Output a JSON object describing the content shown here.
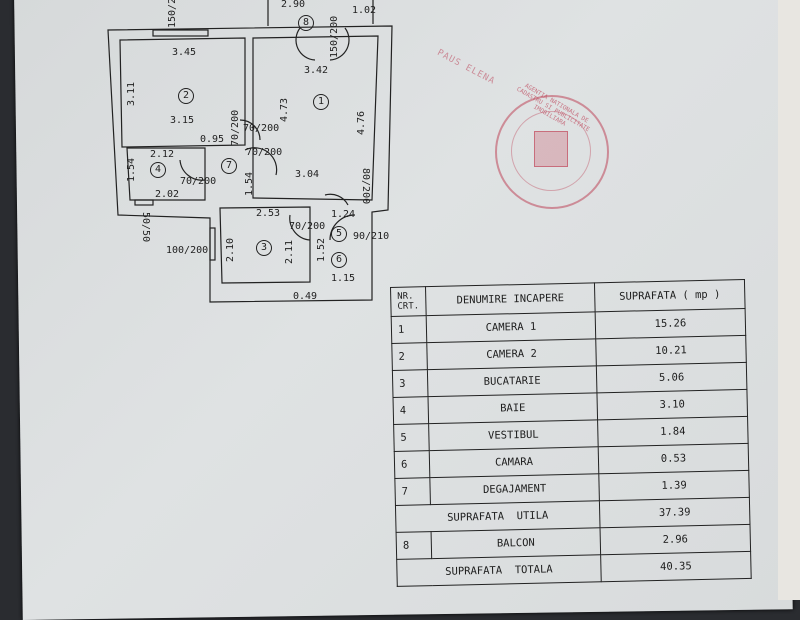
{
  "floor_plan": {
    "room_numbers": [
      "1",
      "2",
      "3",
      "4",
      "5",
      "6",
      "7",
      "8"
    ],
    "dimensions": {
      "balcony_width": "2.90",
      "balcony_side": "1.02",
      "balcony_door": "150/200",
      "window_room2": "150/200",
      "room2_width_top": "3.45",
      "room2_height": "3.11",
      "room2_width_bottom": "3.15",
      "room1_width": "3.42",
      "room1_height_left": "4.73",
      "room1_height_right": "4.76",
      "room1_width_bottom": "3.04",
      "door_70_200_a": "70/200",
      "door_70_200_b": "70/200",
      "door_70_200_c": "70/200",
      "door_70_200_d": "70/200",
      "door_70_200_e": "70/200",
      "degajament_width": "0.95",
      "degajament_height": "1.54",
      "baie_width_top": "2.12",
      "baie_height": "1.54",
      "baie_width_bottom": "2.02",
      "window_baie": "50/50",
      "bucatarie_width": "2.53",
      "bucatarie_height_left": "2.10",
      "bucatarie_height_right": "2.11",
      "window_bucatarie": "100/200",
      "vestibul_width": "1.24",
      "vestibul_height": "1.52",
      "door_80_200": "80/200",
      "entry_door": "90/210",
      "camara_width": "1.15",
      "bottom_offset": "0.49"
    }
  },
  "stamp": {
    "text": "AGENTIA NATIONALA DE CADASTRU SI PUBLICITATE IMOBILIARA",
    "signer": "PAUS ELENA"
  },
  "table": {
    "headers": {
      "nr": "NR. CRT.",
      "name": "DENUMIRE INCAPERE",
      "area": "SUPRAFATA ( mp )"
    },
    "rows": [
      {
        "nr": "1",
        "name": "CAMERA 1",
        "area": "15.26"
      },
      {
        "nr": "2",
        "name": "CAMERA 2",
        "area": "10.21"
      },
      {
        "nr": "3",
        "name": "BUCATARIE",
        "area": "5.06"
      },
      {
        "nr": "4",
        "name": "BAIE",
        "area": "3.10"
      },
      {
        "nr": "5",
        "name": "VESTIBUL",
        "area": "1.84"
      },
      {
        "nr": "6",
        "name": "CAMARA",
        "area": "0.53"
      },
      {
        "nr": "7",
        "name": "DEGAJAMENT",
        "area": "1.39"
      }
    ],
    "useful": {
      "label": "SUPRAFATA  UTILA",
      "area": "37.39"
    },
    "balcony": {
      "nr": "8",
      "name": "BALCON",
      "area": "2.96"
    },
    "total": {
      "label": "SUPRAFATA  TOTALA",
      "area": "40.35"
    }
  }
}
